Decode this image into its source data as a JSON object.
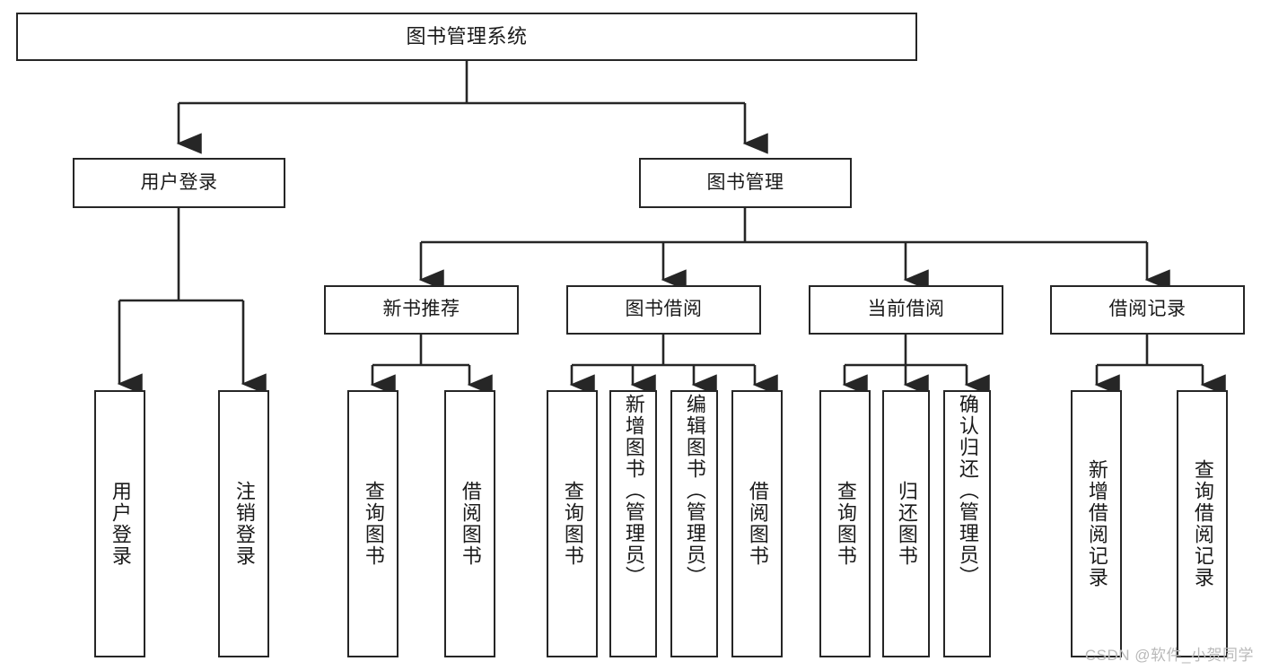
{
  "diagram": {
    "title": "图书管理系统",
    "style": {
      "background": "#ffffff",
      "border_color": "#262626",
      "text_color": "#1a1a1a",
      "watermark_color": "#b9b9b9"
    },
    "watermark": "CSDN @软件_小贺同学",
    "levels": {
      "root": {
        "label": "图书管理系统"
      },
      "level2": [
        {
          "label": "用户登录"
        },
        {
          "label": "图书管理"
        }
      ],
      "level3": [
        {
          "label": "新书推荐"
        },
        {
          "label": "图书借阅"
        },
        {
          "label": "当前借阅"
        },
        {
          "label": "借阅记录"
        }
      ],
      "leaves": {
        "user_login": [
          {
            "label": "用户登录"
          },
          {
            "label": "注销登录"
          }
        ],
        "new_book_recommend": [
          {
            "label": "查询图书"
          },
          {
            "label": "借阅图书"
          }
        ],
        "book_borrow": [
          {
            "label": "查询图书"
          },
          {
            "label": "新增图书（管理员）"
          },
          {
            "label": "编辑图书（管理员）"
          },
          {
            "label": "借阅图书"
          }
        ],
        "current_borrow": [
          {
            "label": "查询图书"
          },
          {
            "label": "归还图书"
          },
          {
            "label": "确认归还（管理员）"
          }
        ],
        "borrow_record": [
          {
            "label": "新增借阅记录"
          },
          {
            "label": "查询借阅记录"
          }
        ]
      }
    }
  }
}
